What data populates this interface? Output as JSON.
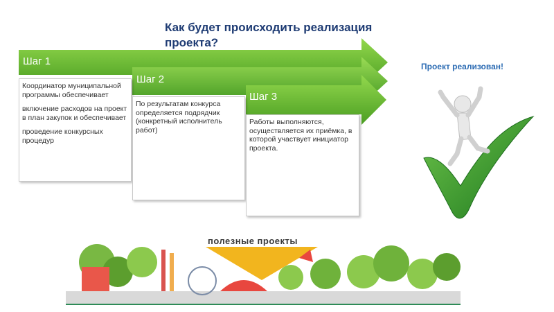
{
  "title": "Как будет происходить реализация проекта?",
  "steps": [
    {
      "label": "Шаг 1",
      "items": [
        "Координатор муниципальной программы обеспечивает",
        "включение расходов на проект в план закупок и обеспечивает",
        "проведение  конкурсных процедур"
      ]
    },
    {
      "label": "Шаг 2",
      "items": [
        "По результатам конкурса определяется подрядчик (конкретный исполнитель работ)"
      ]
    },
    {
      "label": "Шаг 3",
      "items": [
        "Работы выполняются, осуществляется их приёмка,  в которой участвует инициатор проекта."
      ]
    }
  ],
  "result_text": "Проект реализован!",
  "banner_text": "полезные проекты",
  "colors": {
    "arrow_green": "#7cc63a",
    "arrow_dark": "#3f8f1f",
    "title_blue": "#1f3c74",
    "check_green": "#3a9a2a"
  },
  "icons": {
    "figure": "stick-figure-cheering-icon",
    "check": "checkmark-icon",
    "banner": "park-illustration"
  }
}
